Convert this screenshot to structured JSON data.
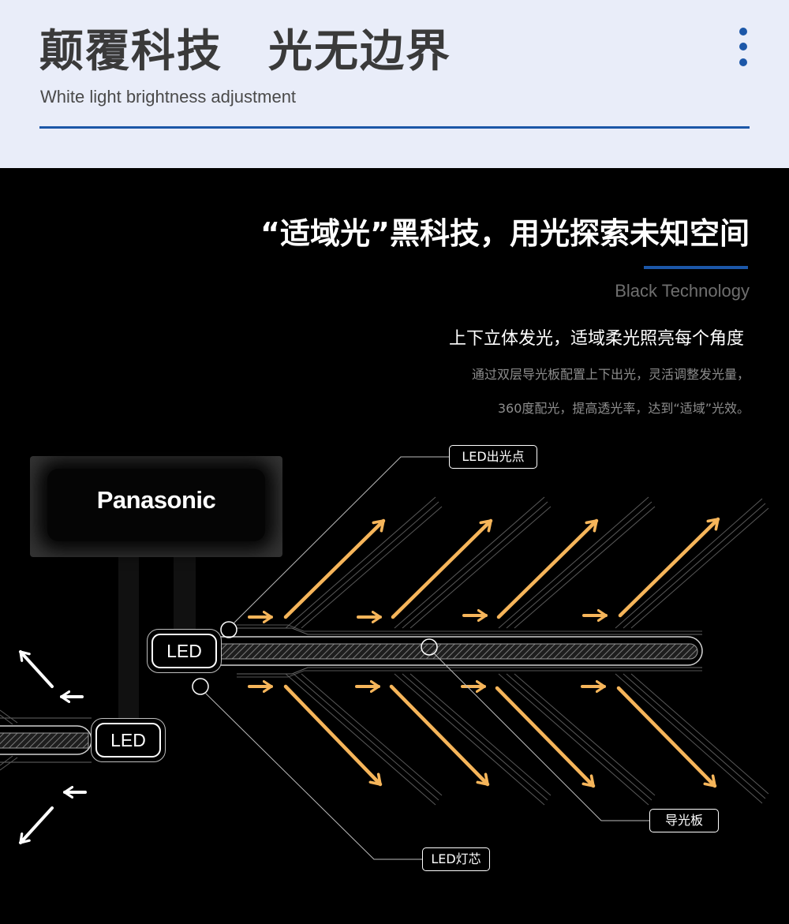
{
  "header": {
    "title": "颠覆科技　光无边界",
    "subtitle": "White light brightness adjustment",
    "menu_icon": "more-vertical-icon",
    "accent_color": "#1c57a8",
    "background_color": "#e9edf9"
  },
  "section": {
    "title": "“适域光”黑科技，用光探索未知空间",
    "subtitle": "Black Technology",
    "feature_title": "上下立体发光，适域柔光照亮每个角度",
    "feature_desc": [
      "通过双层导光板配置上下出光，灵活调整发光量，",
      "360度配光，提高透光率，达到“适域”光效。"
    ]
  },
  "diagram": {
    "brand": "Panasonic",
    "led_badges": [
      "LED",
      "LED"
    ],
    "callouts": {
      "led_light_point": "LED出光点",
      "light_guide_plate": "导光板",
      "led_chip": "LED灯芯"
    },
    "arrow_color": "#f6b55a",
    "icons": [
      "arrow-up-right-icon",
      "arrow-down-right-icon",
      "arrow-right-icon",
      "arrow-up-left-icon",
      "arrow-down-left-icon",
      "arrow-left-icon"
    ]
  }
}
